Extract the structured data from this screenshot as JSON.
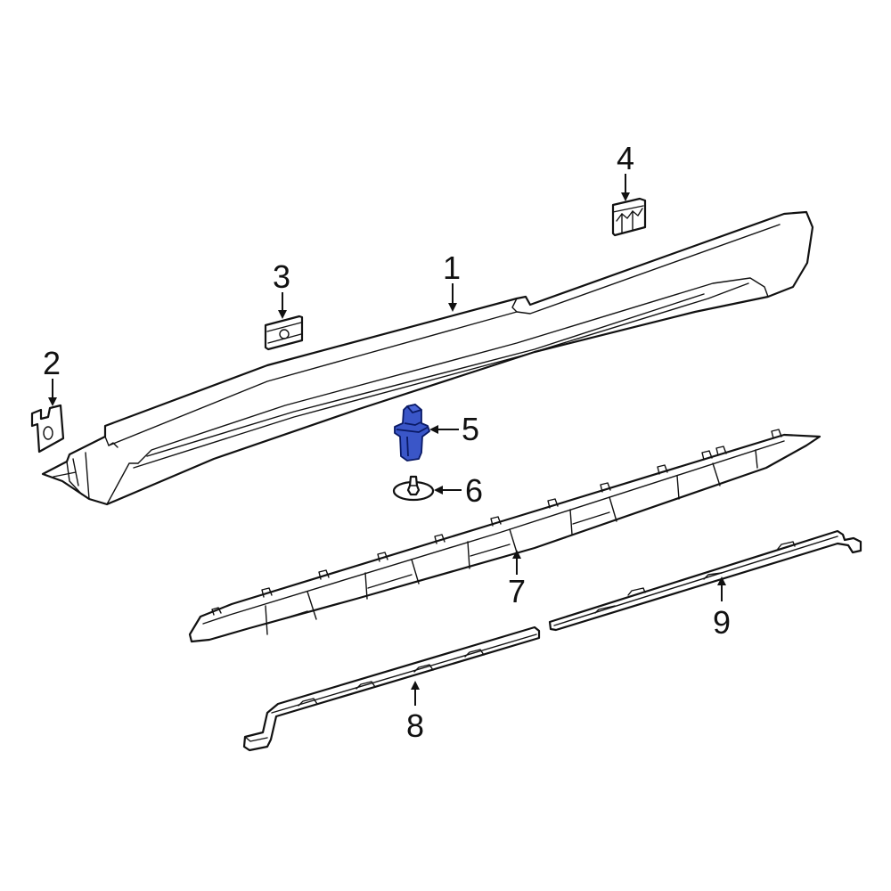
{
  "diagram": {
    "type": "exploded-parts-view",
    "subject": "Rocker panel / side sill molding assembly",
    "highlight_color": "#3a56c8",
    "line_color": "#111111",
    "background": "#ffffff",
    "highlighted_part": "5"
  },
  "callouts": [
    {
      "id": "1",
      "label": "1",
      "part": "rocker-molding"
    },
    {
      "id": "2",
      "label": "2",
      "part": "bracket-clip"
    },
    {
      "id": "3",
      "label": "3",
      "part": "retainer-plate"
    },
    {
      "id": "4",
      "label": "4",
      "part": "clip"
    },
    {
      "id": "5",
      "label": "5",
      "part": "retainer-clip",
      "highlighted": true
    },
    {
      "id": "6",
      "label": "6",
      "part": "stud-grommet"
    },
    {
      "id": "7",
      "label": "7",
      "part": "molding-reinforcement"
    },
    {
      "id": "8",
      "label": "8",
      "part": "lower-retainer-strip-front"
    },
    {
      "id": "9",
      "label": "9",
      "part": "lower-retainer-strip-rear"
    }
  ]
}
